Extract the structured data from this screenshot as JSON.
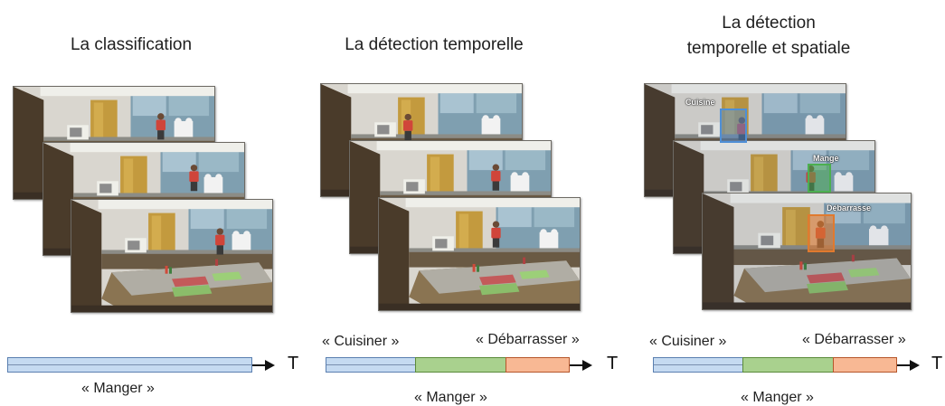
{
  "panels": [
    {
      "title": "La classification",
      "timeline": {
        "below_label": "« Manger »",
        "axis": "T"
      }
    },
    {
      "title": "La détection temporelle",
      "timeline": {
        "above_left": "« Cuisiner »",
        "above_right": "« Débarrasser »",
        "below_label": "« Manger »",
        "axis": "T"
      }
    },
    {
      "title_lines": [
        "La détection",
        "temporelle et spatiale"
      ],
      "boxes": [
        "Cuisine",
        "Mange",
        "Débarrasse"
      ],
      "timeline": {
        "above_left": "« Cuisiner »",
        "above_right": "« Débarrasser »",
        "below_label": "« Manger »",
        "axis": "T"
      }
    }
  ],
  "colors": {
    "cuisiner": "#c5daf1",
    "manger": "#a9d18e",
    "debarrasser": "#f8b894",
    "box_blue": "#4f8fd6",
    "box_green": "#4caf50",
    "box_orange": "#e07a2f"
  }
}
